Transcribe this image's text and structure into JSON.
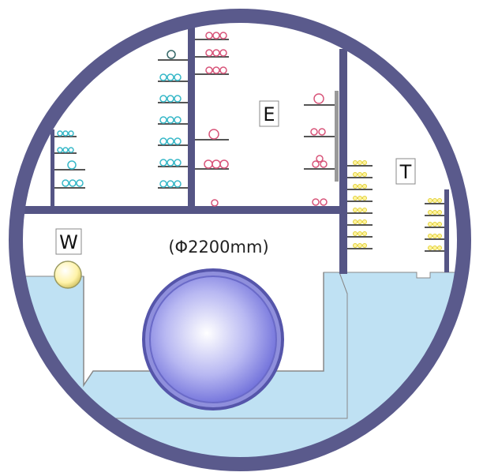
{
  "diagram": {
    "labels": {
      "e": "E",
      "t": "T",
      "w": "W"
    },
    "pipe_dimension": "(Φ2200mm)"
  },
  "colors": {
    "ring": "#5a5a8c",
    "wall": "#555585",
    "water": "#bfe1f3",
    "shelf": "#555555",
    "pipe_outer": "#6a6ac8",
    "pipe_inner_start": "#ffffff",
    "pipe_inner_end": "#7070e0",
    "cable_cyan": "#37b8c8",
    "cable_pink": "#d8557a",
    "cable_yellow": "#e2d23a",
    "ball_fill": "#fff6b8"
  },
  "icons": {
    "cable_symbol": "circle-outline",
    "water_main": "large-circle-pipe",
    "tank_marker": "yellow-sphere"
  }
}
